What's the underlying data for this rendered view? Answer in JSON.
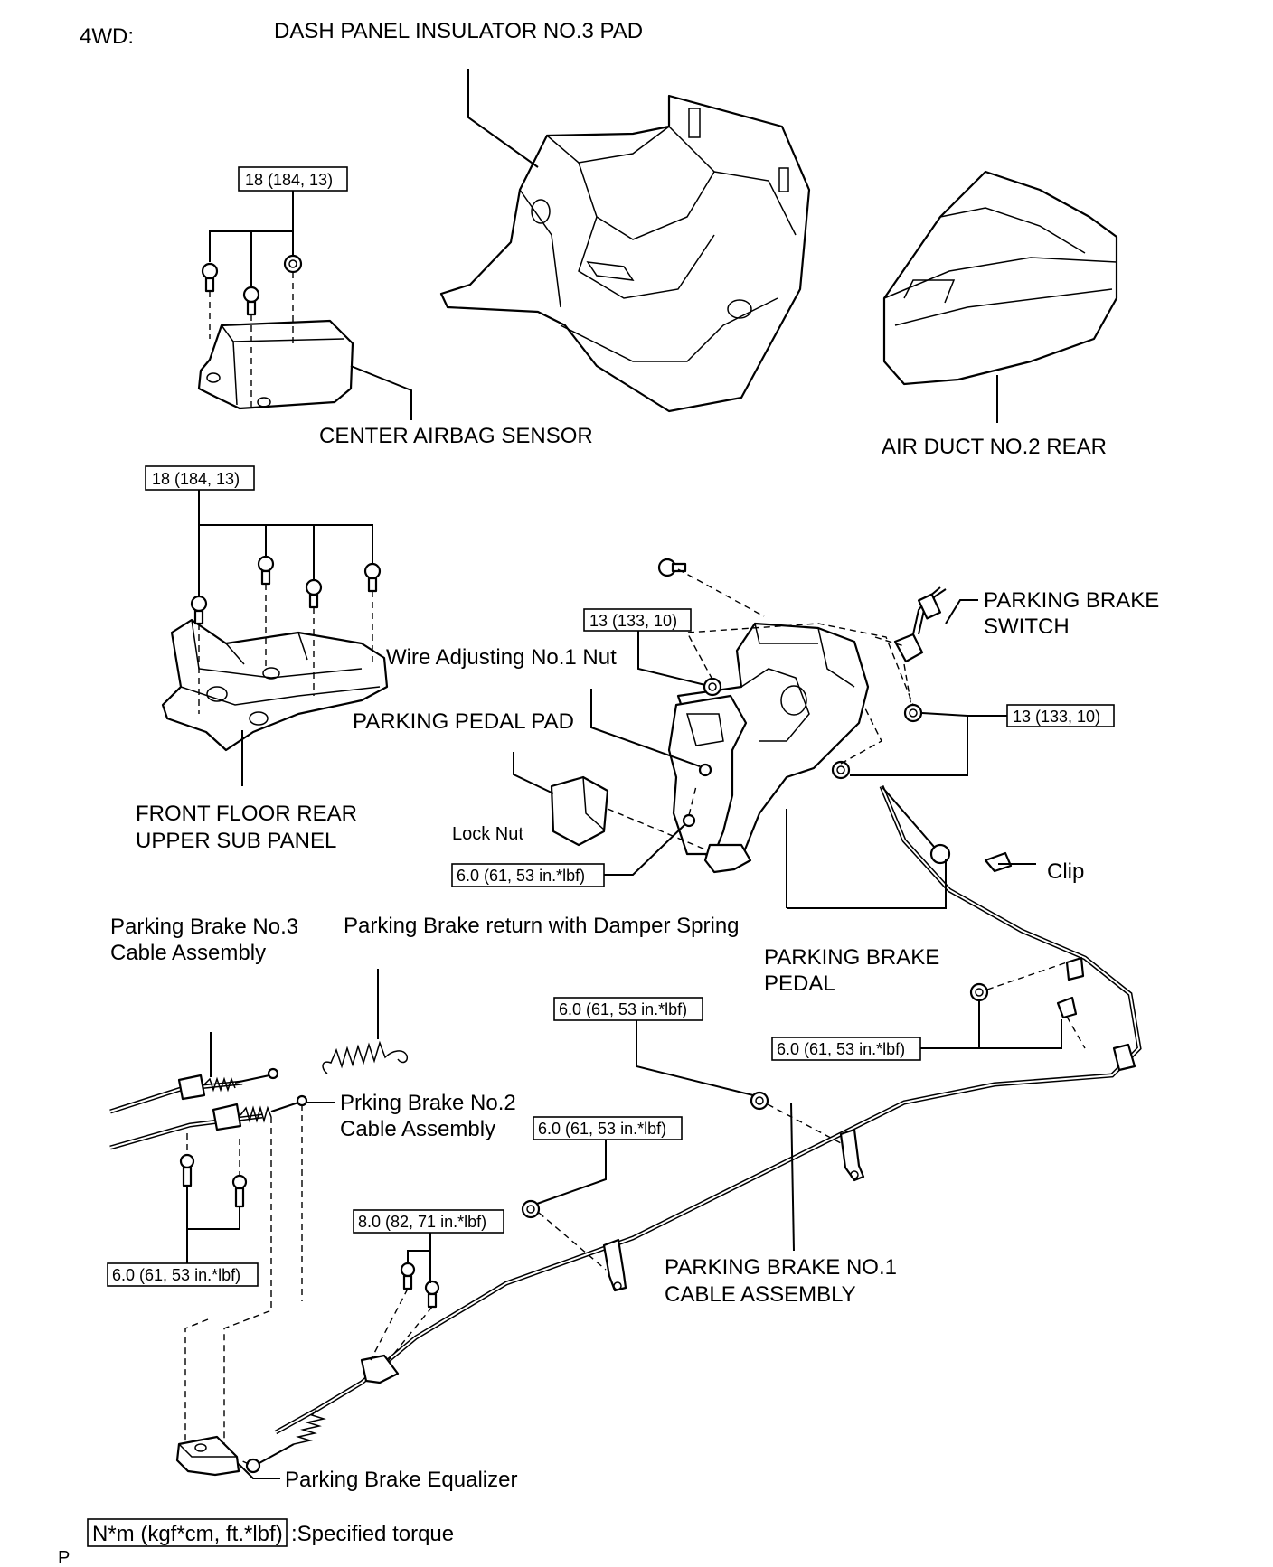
{
  "header": {
    "variant": "4WD:"
  },
  "labels": {
    "dash_pad": "DASH PANEL INSULATOR NO.3 PAD",
    "airbag_sensor": "CENTER AIRBAG SENSOR",
    "air_duct": "AIR DUCT NO.2 REAR",
    "front_floor_1": "FRONT FLOOR REAR",
    "front_floor_2": "UPPER SUB PANEL",
    "wire_nut": "Wire Adjusting No.1 Nut",
    "pedal_pad": "PARKING PEDAL PAD",
    "switch_1": "PARKING BRAKE",
    "switch_2": "SWITCH",
    "lock_nut": "Lock Nut",
    "clip": "Clip",
    "no3_cable_1": "Parking Brake No.3",
    "no3_cable_2": "Cable Assembly",
    "damper_spring": "Parking Brake return with Damper Spring",
    "pedal_1": "PARKING BRAKE",
    "pedal_2": "PEDAL",
    "no2_cable_1": "Prking Brake No.2",
    "no2_cable_2": "Cable Assembly",
    "no1_cable_1": "PARKING BRAKE NO.1",
    "no1_cable_2": "CABLE ASSEMBLY",
    "equalizer": "Parking Brake Equalizer"
  },
  "torque": {
    "airbag": "18 (184, 13)",
    "floor_panel": "18 (184, 13)",
    "pedal_upper": "13 (133, 10)",
    "pedal_right": "13 (133, 10)",
    "lock_nut": "6.0 (61, 53 in.*lbf)",
    "cable_right": "6.0 (61, 53 in.*lbf)",
    "cable_mid": "6.0 (61, 53 in.*lbf)",
    "cable_low": "6.0 (61, 53 in.*lbf)",
    "cable_left": "6.0 (61, 53 in.*lbf)",
    "guide_bolts": "8.0 (82, 71 in.*lbf)"
  },
  "legend": {
    "unit": "N*m (kgf*cm, ft.*lbf)",
    "desc": ":Specified torque"
  },
  "footer": {
    "mark": "P"
  }
}
